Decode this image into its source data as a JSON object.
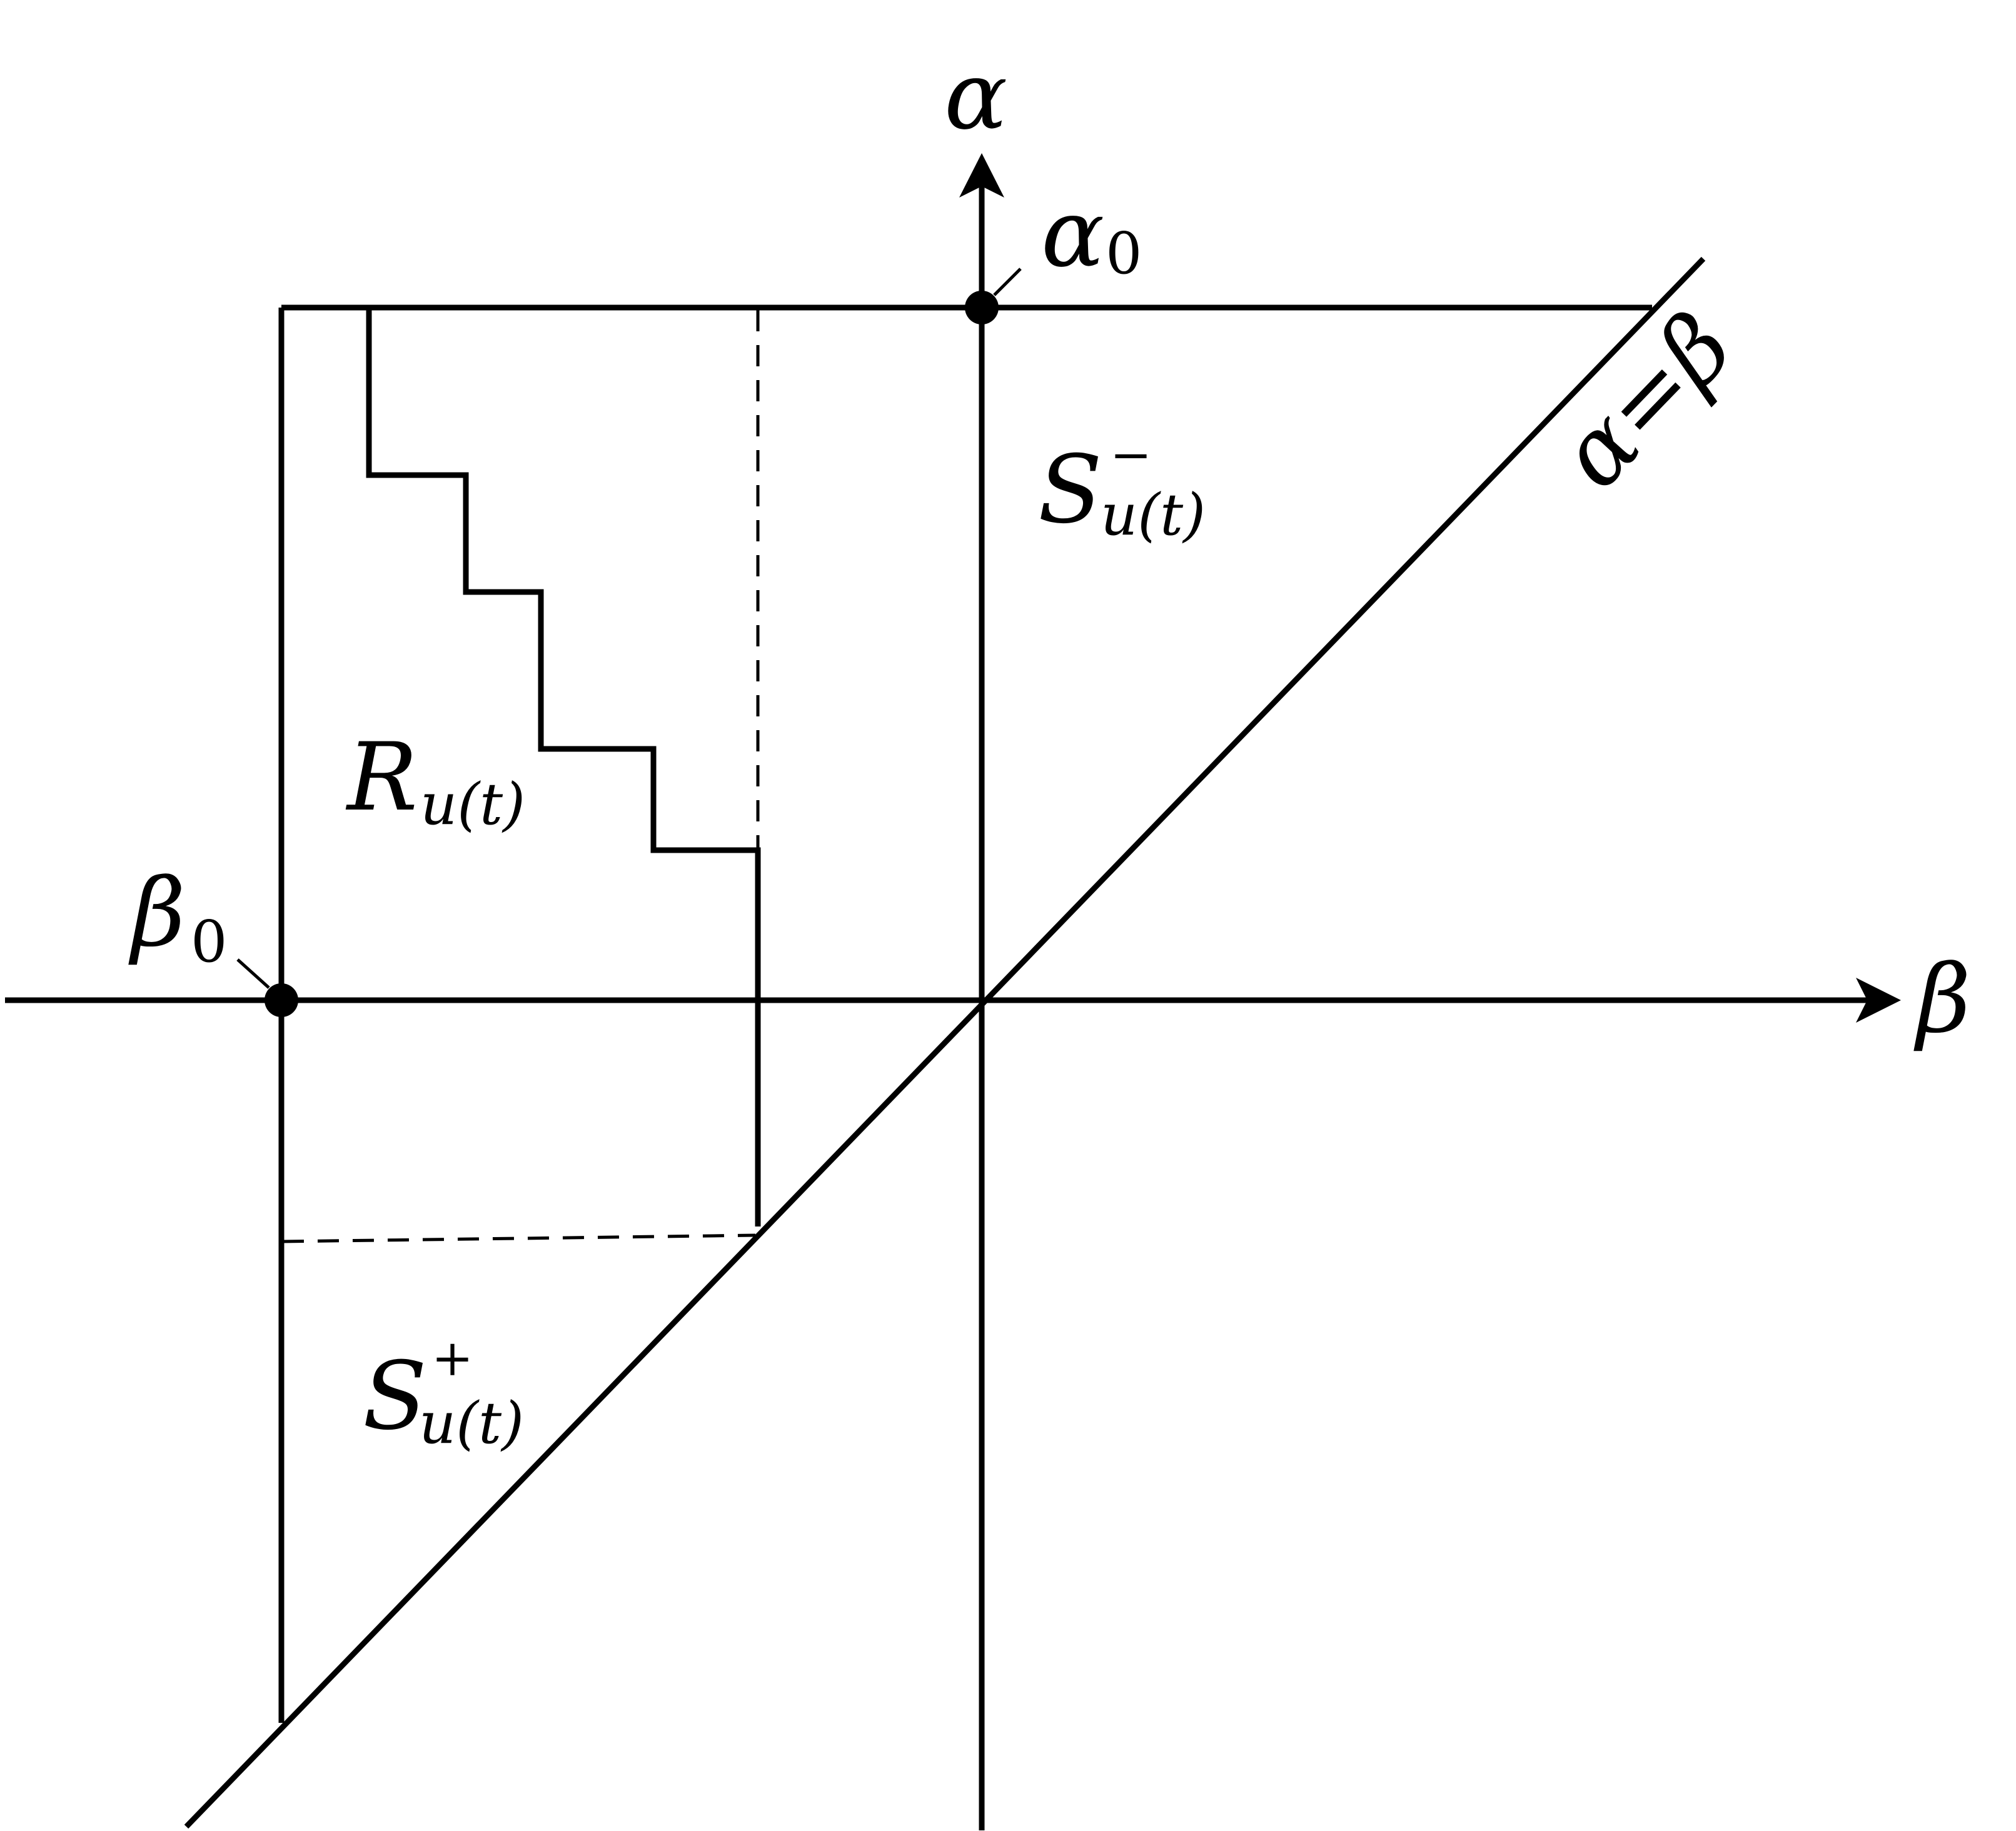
{
  "axes": {
    "vertical_label": "α",
    "horizontal_label": "β"
  },
  "points": {
    "alpha0": {
      "main": "α",
      "sub": "0"
    },
    "beta0": {
      "main": "β",
      "sub": "0"
    }
  },
  "regions": {
    "s_minus": {
      "main": "S",
      "sup": "−",
      "sub": "u(t)"
    },
    "r": {
      "main": "R",
      "sub": "u(t)"
    },
    "s_plus": {
      "main": "S",
      "sup": "+",
      "sub": "u(t)"
    }
  },
  "diagonal_label": "α=β",
  "colors": {
    "stroke": "#000000",
    "background": "#ffffff"
  }
}
